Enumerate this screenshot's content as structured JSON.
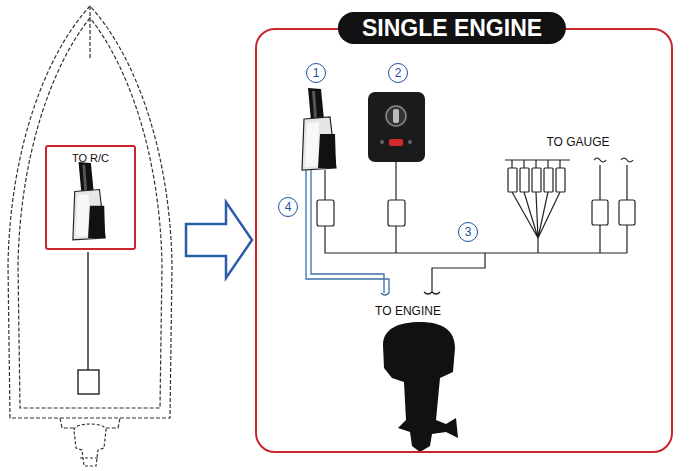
{
  "diagram": {
    "nodes": [
      {
        "text": [
          "TO R/C"
        ]
      },
      {
        "text": [
          "SINGLE ENGINE"
        ]
      }
    ],
    "edges": [
      {
        "from": 0,
        "to": 1,
        "arrow": "to"
      }
    ],
    "labels": [
      "1",
      "2",
      "3",
      "4",
      "TO GAUGE",
      "TO ENGINE"
    ]
  }
}
